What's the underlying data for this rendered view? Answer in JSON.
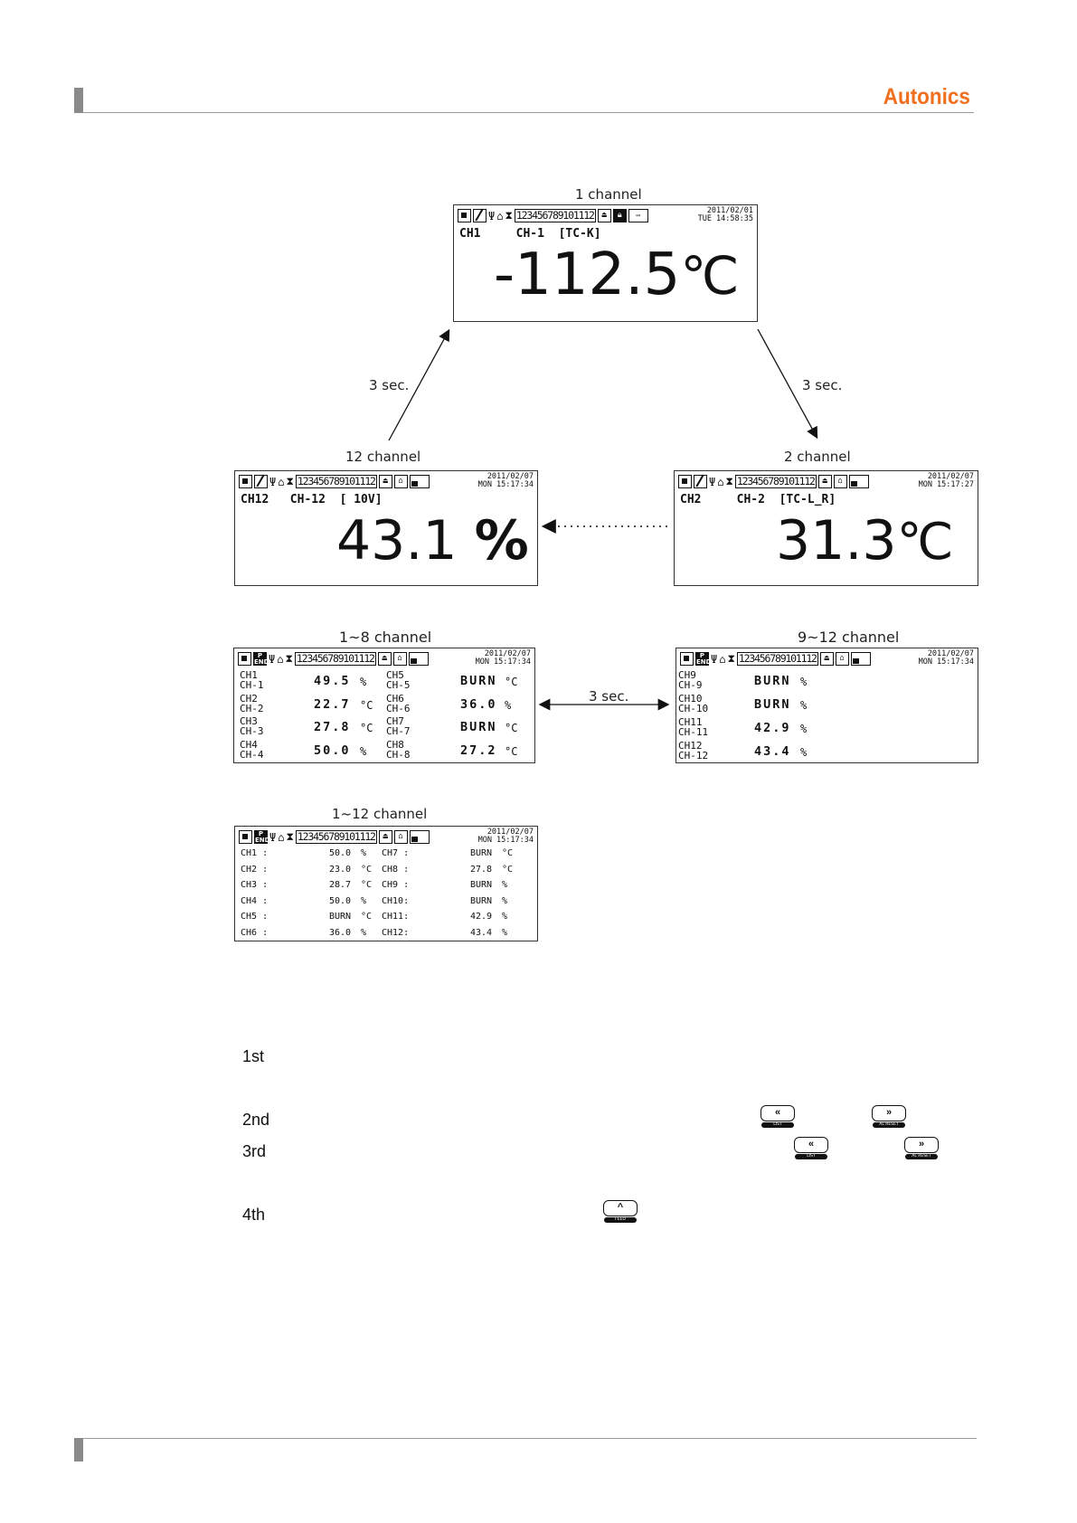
{
  "header": {
    "brand": "Autonics"
  },
  "labels": {
    "one": "1 channel",
    "two": "2 channel",
    "twelve": "12 channel",
    "one_eight": "1~8 channel",
    "nine_twelve": "9~12 channel",
    "one_twelve": "1~12 channel",
    "sec_left": "3 sec.",
    "sec_right": "3 sec.",
    "sec_mid": "3 sec."
  },
  "status": {
    "nums": "123456789101112"
  },
  "screen1": {
    "date": "2011/02/01",
    "time": "TUE 14:58:35",
    "line": "CH1     CH-1  [TC-K]",
    "value": "-112.5",
    "unit": "℃"
  },
  "screen2": {
    "date": "2011/02/07",
    "time": "MON 15:17:27",
    "line": "CH2     CH-2  [TC-L_R]",
    "value": "31.3",
    "unit": "℃"
  },
  "screen12": {
    "date": "2011/02/07",
    "time": "MON 15:17:34",
    "line": "CH12   CH-12  [ 10V]",
    "value": "43.1",
    "unit": "%"
  },
  "screen18": {
    "date": "2011/02/07",
    "time": "MON 15:17:34",
    "rows": [
      {
        "c1": "CH1",
        "c2": "CH-1",
        "v": "49.5",
        "u": "%",
        "c3": "CH5",
        "c4": "CH-5",
        "v2": "BURN",
        "u2": "°C"
      },
      {
        "c1": "CH2",
        "c2": "CH-2",
        "v": "22.7",
        "u": "°C",
        "c3": "CH6",
        "c4": "CH-6",
        "v2": "36.0",
        "u2": "%"
      },
      {
        "c1": "CH3",
        "c2": "CH-3",
        "v": "27.8",
        "u": "°C",
        "c3": "CH7",
        "c4": "CH-7",
        "v2": "BURN",
        "u2": "°C"
      },
      {
        "c1": "CH4",
        "c2": "CH-4",
        "v": "50.0",
        "u": "%",
        "c3": "CH8",
        "c4": "CH-8",
        "v2": "27.2",
        "u2": "°C"
      }
    ]
  },
  "screen912": {
    "date": "2011/02/07",
    "time": "MON 15:17:34",
    "rows": [
      {
        "c1": "CH9",
        "c2": "CH-9",
        "v": "BURN",
        "u": "%"
      },
      {
        "c1": "CH10",
        "c2": "CH-10",
        "v": "BURN",
        "u": "%"
      },
      {
        "c1": "CH11",
        "c2": "CH-11",
        "v": "42.9",
        "u": "%"
      },
      {
        "c1": "CH12",
        "c2": "CH-12",
        "v": "43.4",
        "u": "%"
      }
    ]
  },
  "screen112": {
    "date": "2011/02/07",
    "time": "MON 15:17:34",
    "rows": [
      {
        "a": "CH1 :",
        "av": "50.0",
        "au": "%",
        "b": "CH7 :",
        "bv": "BURN",
        "bu": "°C"
      },
      {
        "a": "CH2 :",
        "av": "23.0",
        "au": "°C",
        "b": "CH8 :",
        "bv": "27.8",
        "bu": "°C"
      },
      {
        "a": "CH3 :",
        "av": "28.7",
        "au": "°C",
        "b": "CH9 :",
        "bv": "BURN",
        "bu": "%"
      },
      {
        "a": "CH4 :",
        "av": "50.0",
        "au": "%",
        "b": "CH10:",
        "bv": "BURN",
        "bu": "%"
      },
      {
        "a": "CH5 :",
        "av": "BURN",
        "au": "°C",
        "b": "CH11:",
        "bv": "42.9",
        "bu": "%"
      },
      {
        "a": "CH6 :",
        "av": "36.0",
        "au": "%",
        "b": "CH12:",
        "bv": "43.4",
        "bu": "%"
      }
    ]
  },
  "steps": [
    "1st",
    "2nd",
    "3rd",
    "4th"
  ],
  "buttons": {
    "list": "LIST",
    "alreset": "AL RESET",
    "feed": "FEED",
    "left": "«",
    "right": "»",
    "up": "^"
  }
}
